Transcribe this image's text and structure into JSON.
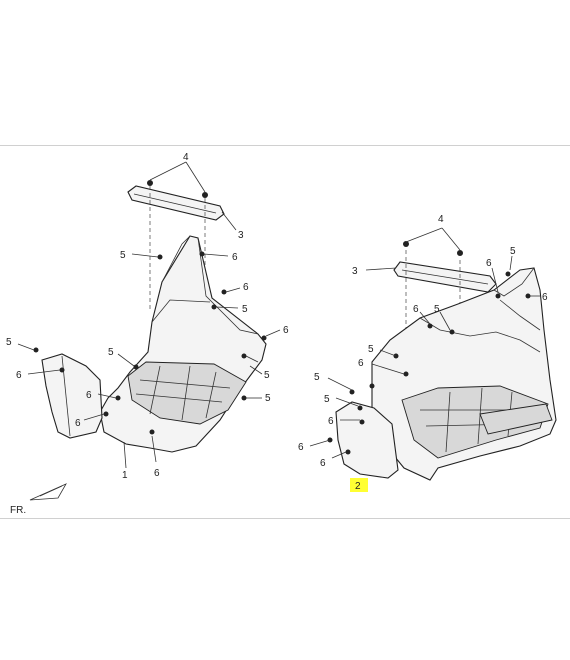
{
  "callouts": {
    "left_4": "4",
    "left_3": "3",
    "left_5a": "5",
    "left_6a": "6",
    "left_6b": "6",
    "left_5b": "5",
    "left_6c": "6",
    "left_5c": "5",
    "left_5d": "5",
    "left_6d": "6",
    "left_5e": "5",
    "left_5f": "5",
    "left_6e": "6",
    "left_6f": "6",
    "left_1": "1",
    "left_6g": "6",
    "right_4": "4",
    "right_3": "3",
    "right_6a": "6",
    "right_5a": "5",
    "right_6b": "6",
    "right_6c": "6",
    "right_5b": "5",
    "right_5c": "5",
    "right_6d": "6",
    "right_6e": "6",
    "right_5d": "5",
    "right_5e": "5",
    "right_6f": "6",
    "right_6g": "6",
    "right_2": "2"
  },
  "direction_label": "FR.",
  "highlight_color": "#ffff33"
}
